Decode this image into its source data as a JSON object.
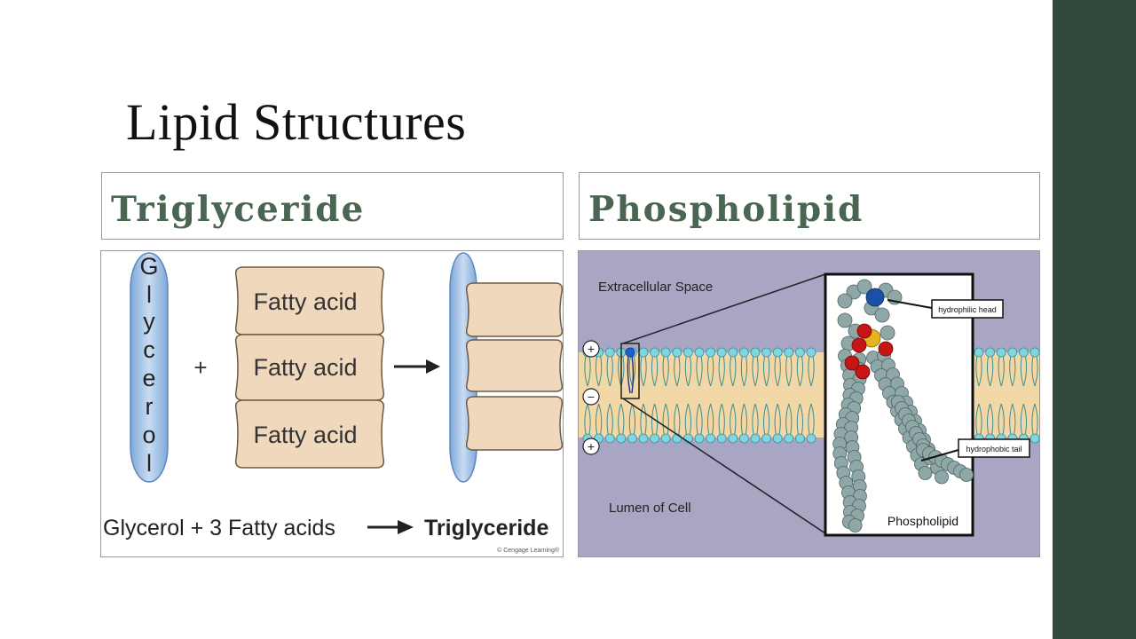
{
  "slide": {
    "title": "Lipid Structures",
    "accent_color": "#324a3d",
    "heading_color": "#4a6552"
  },
  "columns": [
    {
      "heading": "Triglyceride"
    },
    {
      "heading": "Phospholipid"
    }
  ],
  "triglyceride_figure": {
    "glycerol_letters": [
      "G",
      "l",
      "y",
      "c",
      "e",
      "r",
      "o",
      "l"
    ],
    "plus_sign": "+",
    "fatty_acid_labels": [
      "Fatty acid",
      "Fatty acid",
      "Fatty acid"
    ],
    "equation": {
      "left": "Glycerol + 3 Fatty acids",
      "right": "Triglyceride"
    },
    "credit": "© Cengage Learning®"
  },
  "phospholipid_figure": {
    "extracellular_label": "Extracellular Space",
    "lumen_label": "Lumen of Cell",
    "charges": [
      "+",
      "−",
      "+"
    ],
    "callout_head": "hydrophilic head",
    "callout_tail": "hydrophobic tail",
    "molecule_label": "Phospholipid"
  }
}
